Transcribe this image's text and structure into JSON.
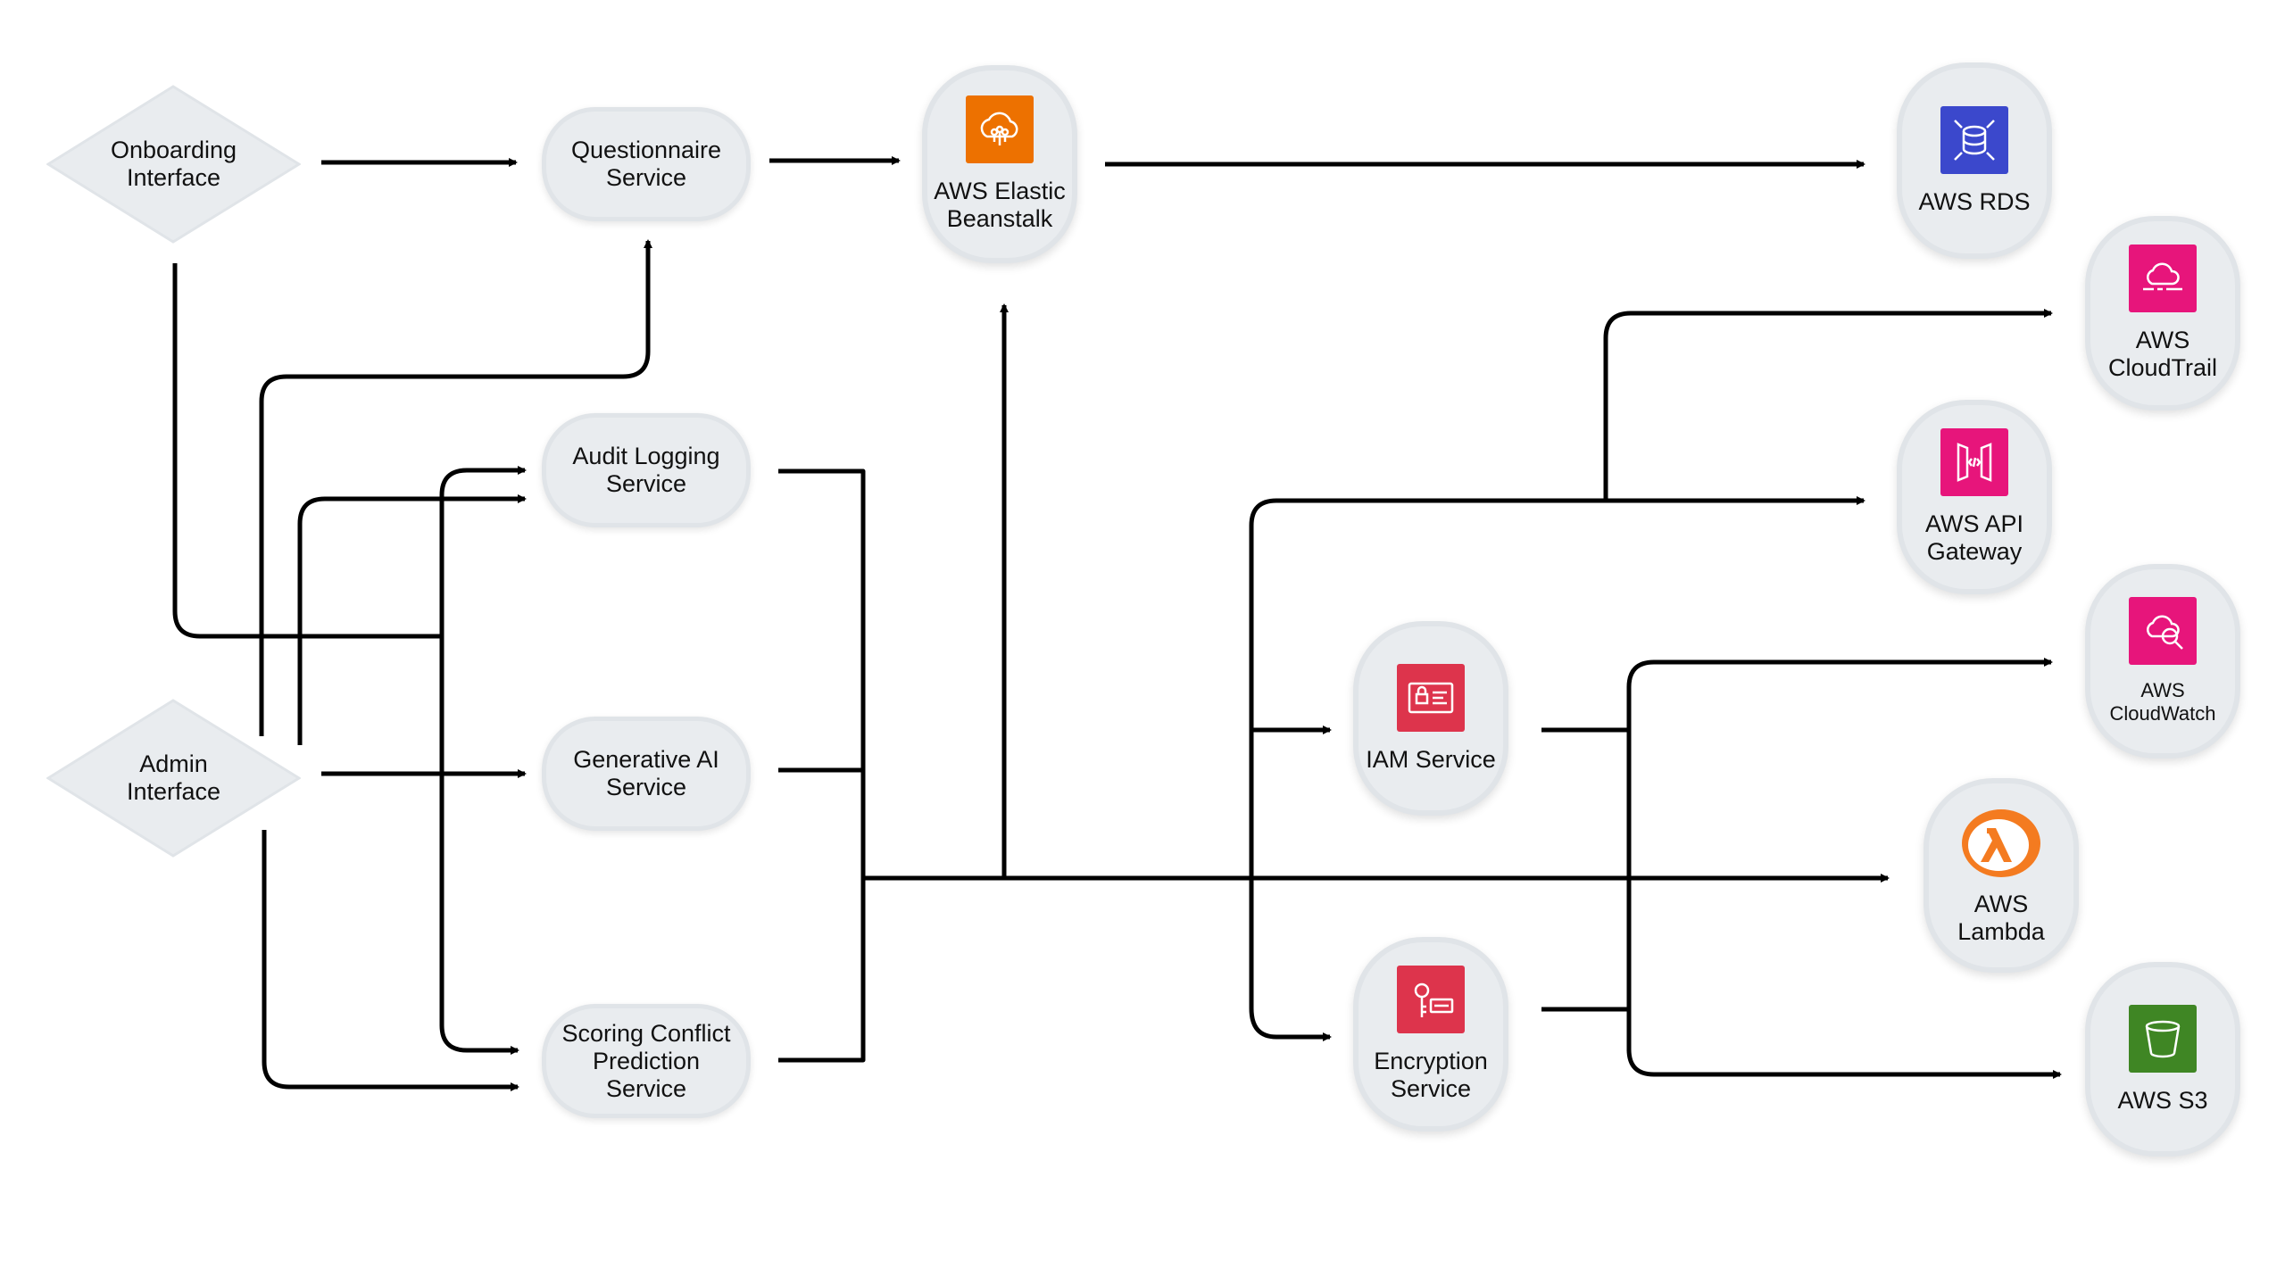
{
  "nodes": {
    "onboarding": "Onboarding\nInterface",
    "admin": "Admin\nInterface",
    "questionnaire": "Questionnaire\nService",
    "audit": "Audit Logging\nService",
    "genai": "Generative AI\nService",
    "scoring": "Scoring Conflict\nPrediction\nService",
    "beanstalk": "AWS Elastic\nBeanstalk",
    "iam": "IAM Service",
    "encryption": "Encryption\nService",
    "rds": "AWS RDS",
    "cloudtrail": "AWS\nCloudTrail",
    "apigateway": "AWS API\nGateway",
    "cloudwatch": "AWS\nCloudWatch",
    "lambda": "AWS\nLambda",
    "s3": "AWS S3"
  },
  "icons": {
    "beanstalk": "elastic-beanstalk-icon",
    "iam": "iam-identity-icon",
    "encryption": "encryption-key-icon",
    "rds": "database-icon",
    "cloudtrail": "cloud-trail-icon",
    "apigateway": "api-gateway-icon",
    "cloudwatch": "cloud-watch-icon",
    "lambda": "lambda-icon",
    "s3": "bucket-icon"
  },
  "colors": {
    "node_fill": "#e9ecef",
    "edge": "#000000",
    "aws_compute_orange": "#ed7100",
    "aws_database_blue": "#3b48cc",
    "aws_management_pink": "#e7157b",
    "aws_security_red": "#dd344c",
    "aws_storage_green": "#3f8624",
    "lambda_orange": "#f47b20"
  }
}
